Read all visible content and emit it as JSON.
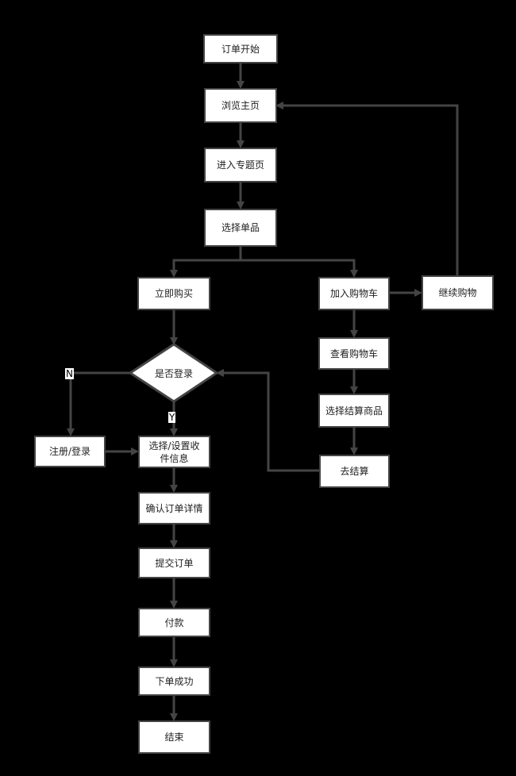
{
  "nodes": {
    "order_start": "订单开始",
    "browse_home": "浏览主页",
    "enter_topic": "进入专题页",
    "select_item": "选择单品",
    "buy_now": "立即购买",
    "add_cart": "加入购物车",
    "continue_shopping": "继续购物",
    "is_logged_in": "是否登录",
    "view_cart": "查看购物车",
    "select_checkout_items": "选择结算商品",
    "register_login": "注册/登录",
    "set_address_line1": "选择/设置收",
    "set_address_line2": "件信息",
    "checkout": "去结算",
    "confirm_order": "确认订单详情",
    "submit_order": "提交订单",
    "pay": "付款",
    "order_success": "下单成功",
    "end": "结束"
  },
  "edge_labels": {
    "no": "N",
    "yes": "Y"
  },
  "colors": {
    "background": "#000000",
    "node_fill": "#ffffff",
    "stroke": "#444444"
  }
}
